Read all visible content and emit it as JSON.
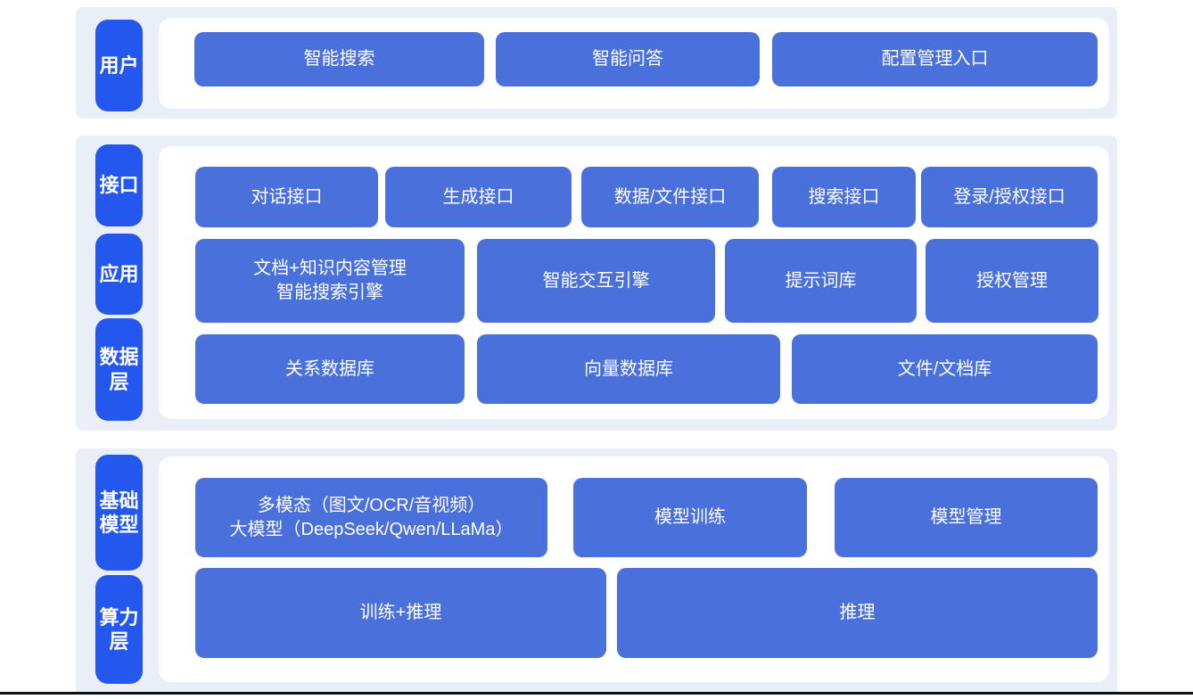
{
  "colors": {
    "page_background": "#ffffff",
    "band_background": "#e9eef7",
    "layer_label_blue": "#2457ee",
    "node_blue": "#4a70dc",
    "text_white": "#ffffff",
    "bottom_line_dark": "#0e0e1a"
  },
  "layer_labels": {
    "user": "用户",
    "interface": "接口",
    "application": "应用",
    "data": "数据层",
    "foundation_model": "基础模型",
    "compute": "算力层"
  },
  "nodes": {
    "smart_search": "智能搜索",
    "smart_qa": "智能问答",
    "config_entry": "配置管理入口",
    "dialog_api": "对话接口",
    "generation_api": "生成接口",
    "data_file_api": "数据/文件接口",
    "search_api": "搜索接口",
    "login_auth_api": "登录/授权接口",
    "doc_knowledge_line1": "文档+知识内容管理",
    "doc_knowledge_line2": "智能搜索引擎",
    "interaction_engine": "智能交互引擎",
    "prompt_library": "提示词库",
    "auth_management": "授权管理",
    "relational_db": "关系数据库",
    "vector_db": "向量数据库",
    "file_doc_store": "文件/文档库",
    "multimodal_line1": "多模态（图文/OCR/音视频）",
    "multimodal_line2": "大模型（DeepSeek/Qwen/LLaMa）",
    "model_training": "模型训练",
    "model_management": "模型管理",
    "training_inference": "训练+推理",
    "inference": "推理"
  }
}
